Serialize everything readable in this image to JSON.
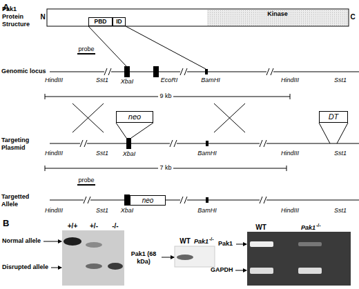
{
  "diagram": {
    "nodes": [
      {
        "text": [
          "PBD"
        ]
      },
      {
        "text": [
          "ID"
        ]
      },
      {
        "text": [
          "Kinase"
        ]
      },
      {
        "text": [
          "neo"
        ]
      },
      {
        "text": [
          "DT"
        ]
      },
      {
        "text": [
          "neo"
        ]
      }
    ],
    "labels": [
      "A",
      "Pak1 Protein Structure",
      "N",
      "C",
      "probe",
      "Genomic locus",
      "HindIII",
      "Sst1",
      "XbaI",
      "EcoRI",
      "BamHI",
      "HindIII",
      "Sst1",
      "9 kb",
      "Targeting Plasmid",
      "HindIII",
      "Sst1",
      "XbaI",
      "BamHI",
      "HindIII",
      "Sst1",
      "7 kb",
      "Targetted Allele",
      "probe",
      "HindIII",
      "Sst1",
      "XbaI",
      "BamHI",
      "HindIII",
      "Sst1",
      "B",
      "+/+",
      "+/-",
      "-/-",
      "Normal allele",
      "Disrupted allele",
      "Pak1 (68 kDa)",
      "WT",
      "Pak1",
      "-/-",
      "WT",
      "Pak1",
      "-/-",
      "Pak1",
      "GAPDH"
    ]
  }
}
